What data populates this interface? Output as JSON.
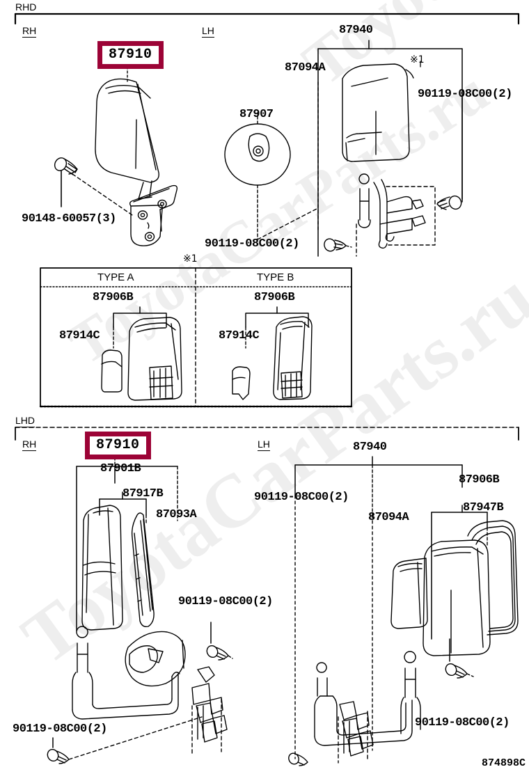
{
  "diagram": {
    "id_code": "874898C",
    "watermark_text": "ToyotaCarParts.ru",
    "highlight_color": "#9c0336",
    "line_color": "#000000",
    "background": "#ffffff"
  },
  "sections": [
    {
      "name": "rhd",
      "label": "RHD",
      "side_labels": [
        {
          "name": "rh",
          "text": "RH"
        },
        {
          "name": "lh",
          "text": "LH"
        }
      ]
    },
    {
      "name": "lhd",
      "label": "LHD",
      "side_labels": [
        {
          "name": "rh",
          "text": "RH"
        },
        {
          "name": "lh",
          "text": "LH"
        }
      ]
    }
  ],
  "rhd_labels": [
    {
      "name": "part-87910-highlighted",
      "text": "87910",
      "highlighted": true
    },
    {
      "name": "part-90148-60057",
      "text": "90148-60057(3)"
    },
    {
      "name": "part-87940",
      "text": "87940"
    },
    {
      "name": "part-87094A",
      "text": "87094A"
    },
    {
      "name": "part-87907",
      "text": "87907"
    },
    {
      "name": "part-90119-08C00-right",
      "text": "90119-08C00(2)"
    },
    {
      "name": "part-90119-08C00-bottom",
      "text": "90119-08C00(2)"
    },
    {
      "name": "note-marker-1",
      "text": "※1"
    },
    {
      "name": "note-marker-2",
      "text": "※1"
    }
  ],
  "inset_table": {
    "marker": "※1",
    "columns": [
      {
        "name": "type-a",
        "header": "TYPE A",
        "parts": [
          {
            "name": "part-87906B",
            "text": "87906B"
          },
          {
            "name": "part-87914C",
            "text": "87914C"
          }
        ]
      },
      {
        "name": "type-b",
        "header": "TYPE B",
        "parts": [
          {
            "name": "part-87906B",
            "text": "87906B"
          },
          {
            "name": "part-87914C",
            "text": "87914C"
          }
        ]
      }
    ]
  },
  "lhd_labels": [
    {
      "name": "part-87910-highlighted",
      "text": "87910",
      "highlighted": true
    },
    {
      "name": "part-87901B",
      "text": "87901B"
    },
    {
      "name": "part-87917B",
      "text": "87917B"
    },
    {
      "name": "part-87093A",
      "text": "87093A"
    },
    {
      "name": "part-90119-08C00-mid",
      "text": "90119-08C00(2)"
    },
    {
      "name": "part-90119-08C00-lower-left",
      "text": "90119-08C00(2)"
    },
    {
      "name": "part-87940",
      "text": "87940"
    },
    {
      "name": "part-90119-08C00-upper-right",
      "text": "90119-08C00(2)"
    },
    {
      "name": "part-87094A",
      "text": "87094A"
    },
    {
      "name": "part-87906B",
      "text": "87906B"
    },
    {
      "name": "part-87947B",
      "text": "87947B"
    },
    {
      "name": "part-90119-08C00-lower-right",
      "text": "90119-08C00(2)"
    }
  ]
}
